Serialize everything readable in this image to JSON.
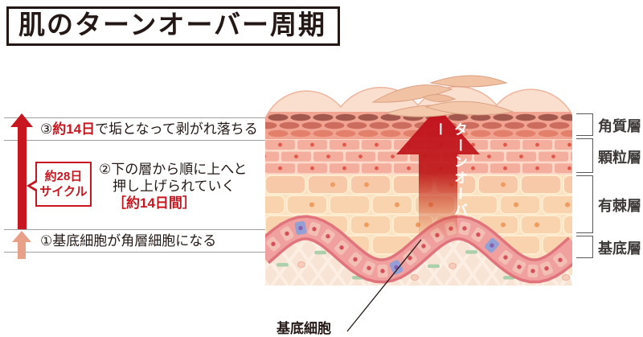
{
  "title": "肌のターンオーバー周期",
  "steps": {
    "step3": {
      "prefix": "③",
      "highlight": "約14日",
      "suffix": "で垢となって剥がれ落ちる"
    },
    "step2": {
      "line1": "②下の層から順に上へと",
      "line2": "押し上げられていく",
      "duration": "［約14日間］"
    },
    "step1": {
      "text": "①基底細胞が角層細胞になる"
    }
  },
  "cycle_badge": {
    "line1": "約28日",
    "line2": "サイクル"
  },
  "illustration": {
    "arrow_label": "ターンオーバー",
    "basal_cell_label": "基底細胞"
  },
  "layer_labels": [
    "角質層",
    "顆粒層",
    "有棘層",
    "基底層"
  ],
  "colors": {
    "accent_red": "#c7161f",
    "soft_salmon": "#e9a088",
    "text_black": "#231815",
    "line_gray": "#9fa0a0"
  }
}
